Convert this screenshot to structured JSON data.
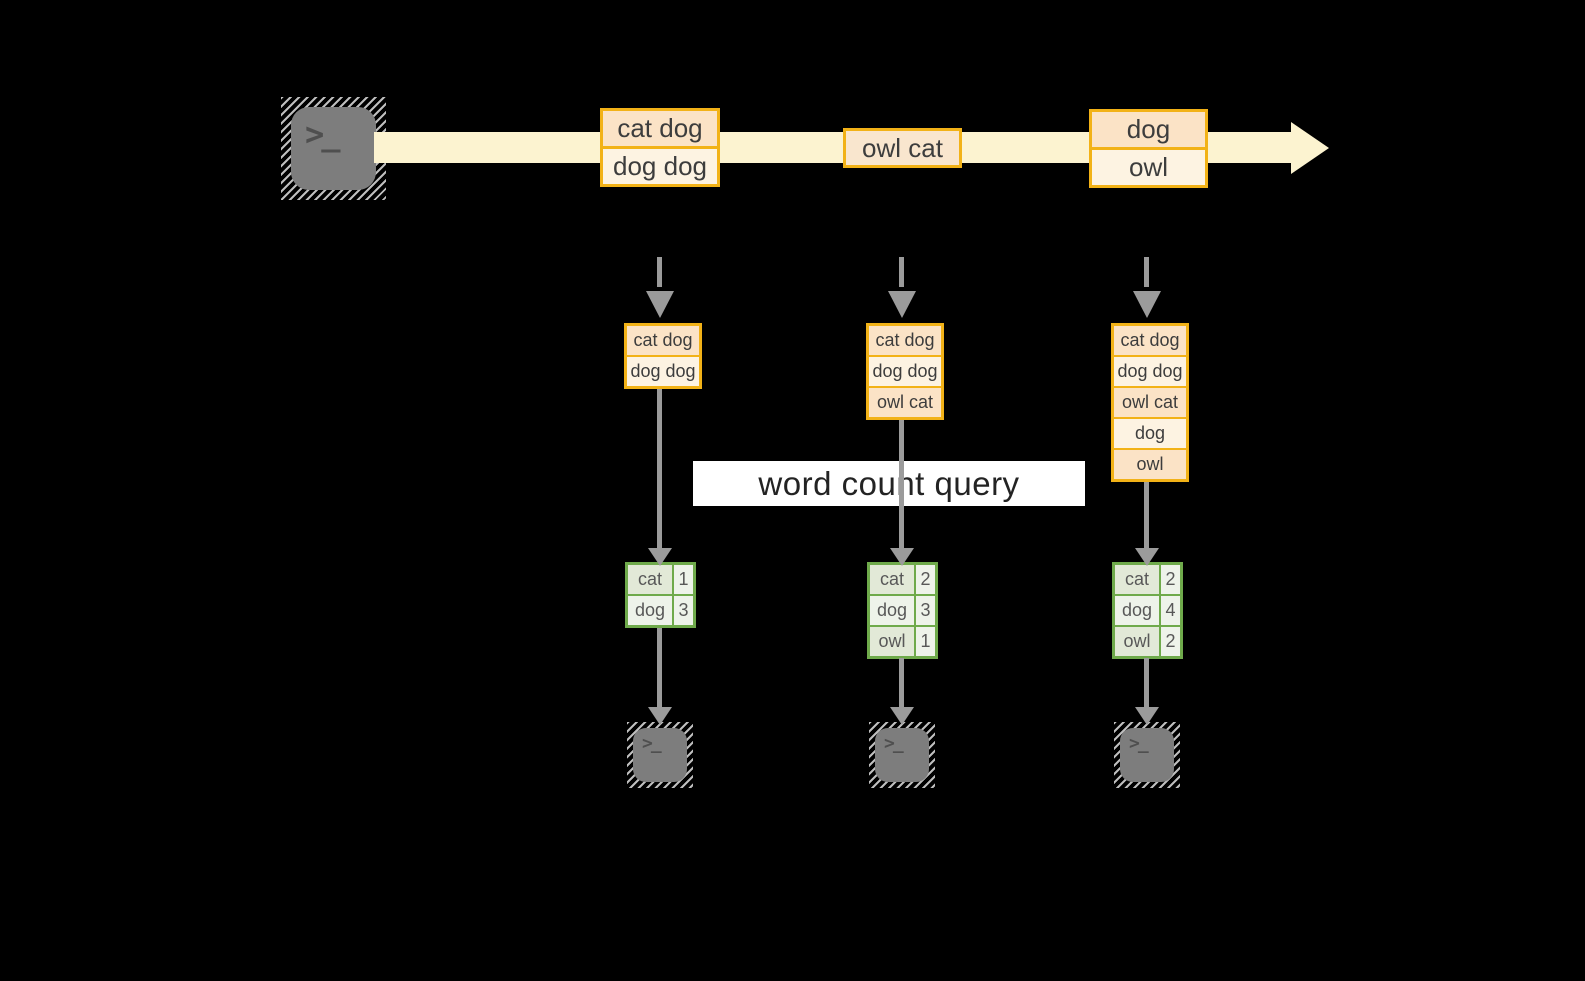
{
  "diagram": {
    "query_label": "word count query",
    "terminal_glyph": ">_",
    "colors": {
      "background": "#000000",
      "stream_fill": "#fcf3d0",
      "event_border": "#f2b217",
      "event_fill_dark": "#fbe3c6",
      "event_fill_light": "#fdf3e2",
      "event_fill_mid": "#f9e6ce",
      "table_border": "#6faa4b",
      "table_fill_dark": "#e2e9d7",
      "table_fill_light": "#eef3ea",
      "arrow_gray": "#9b9b9b",
      "terminal_gray": "#7d7d7d",
      "banner_bg": "#ffffff"
    },
    "stream_events": [
      {
        "rows": [
          {
            "text": "cat dog"
          },
          {
            "text": "dog dog"
          }
        ]
      },
      {
        "rows": [
          {
            "text": "owl cat"
          }
        ]
      },
      {
        "rows": [
          {
            "text": "dog"
          },
          {
            "text": "owl"
          }
        ]
      }
    ],
    "snapshots": [
      {
        "buffer": [
          {
            "text": "cat dog"
          },
          {
            "text": "dog dog"
          }
        ],
        "counts": [
          {
            "word": "cat",
            "count": "1"
          },
          {
            "word": "dog",
            "count": "3"
          }
        ]
      },
      {
        "buffer": [
          {
            "text": "cat dog"
          },
          {
            "text": "dog dog"
          },
          {
            "text": "owl cat"
          }
        ],
        "counts": [
          {
            "word": "cat",
            "count": "2"
          },
          {
            "word": "dog",
            "count": "3"
          },
          {
            "word": "owl",
            "count": "1"
          }
        ]
      },
      {
        "buffer": [
          {
            "text": "cat dog"
          },
          {
            "text": "dog dog"
          },
          {
            "text": "owl cat"
          },
          {
            "text": "dog"
          },
          {
            "text": "owl"
          }
        ],
        "counts": [
          {
            "word": "cat",
            "count": "2"
          },
          {
            "word": "dog",
            "count": "4"
          },
          {
            "word": "owl",
            "count": "2"
          }
        ]
      }
    ]
  }
}
